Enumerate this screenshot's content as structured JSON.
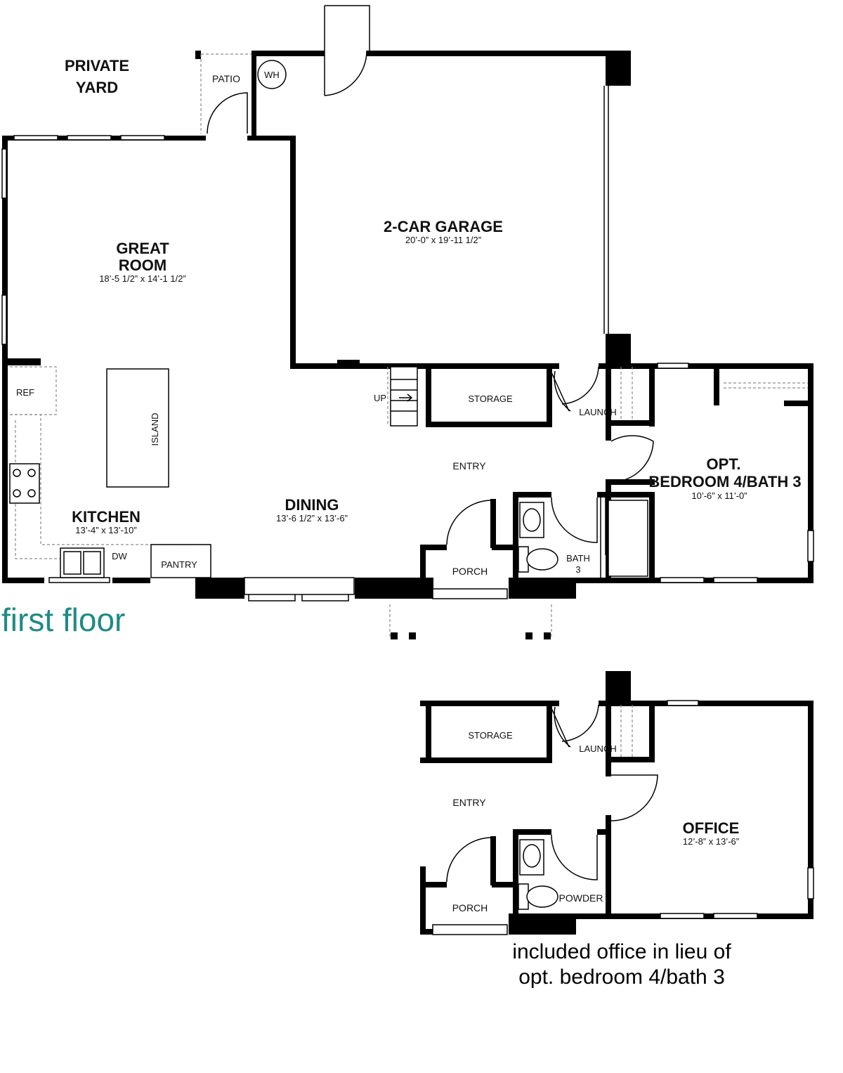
{
  "colors": {
    "wall": "#000000",
    "title": "#1f8a86",
    "label": "#111111"
  },
  "plan": {
    "private_yard": [
      "PRIVATE",
      "YARD"
    ],
    "patio": "PATIO",
    "wh": "WH",
    "garage": {
      "name": "2-CAR GARAGE",
      "dim": "20’-0” x 19’-11 1/2”"
    },
    "great_room": {
      "name": [
        "GREAT",
        "ROOM"
      ],
      "dim": "18’-5 1/2” x 14’-1 1/2”"
    },
    "ref": "REF",
    "island": "ISLAND",
    "up": "UP",
    "storage": "STORAGE",
    "launch": "LAUNCH",
    "entry": "ENTRY",
    "opt_bedroom": {
      "name": [
        "OPT.",
        "BEDROOM 4/BATH 3"
      ],
      "dim": "10’-6” x 11’-0”"
    },
    "kitchen": {
      "name": "KITCHEN",
      "dim": "13’-4” x 13’-10”"
    },
    "dining": {
      "name": "DINING",
      "dim": "13’-6 1/2” x 13’-6”"
    },
    "dw": "DW",
    "pantry": "PANTRY",
    "porch": "PORCH",
    "bath3": [
      "BATH",
      "3"
    ],
    "floor_title": "first floor"
  },
  "alt": {
    "storage": "STORAGE",
    "launch": "LAUNCH",
    "entry": "ENTRY",
    "office": {
      "name": "OFFICE",
      "dim": "12’-8” x 13’-6”"
    },
    "porch": "PORCH",
    "powder": "POWDER",
    "caption": [
      "included office in lieu of",
      "opt. bedroom 4/bath 3"
    ]
  }
}
